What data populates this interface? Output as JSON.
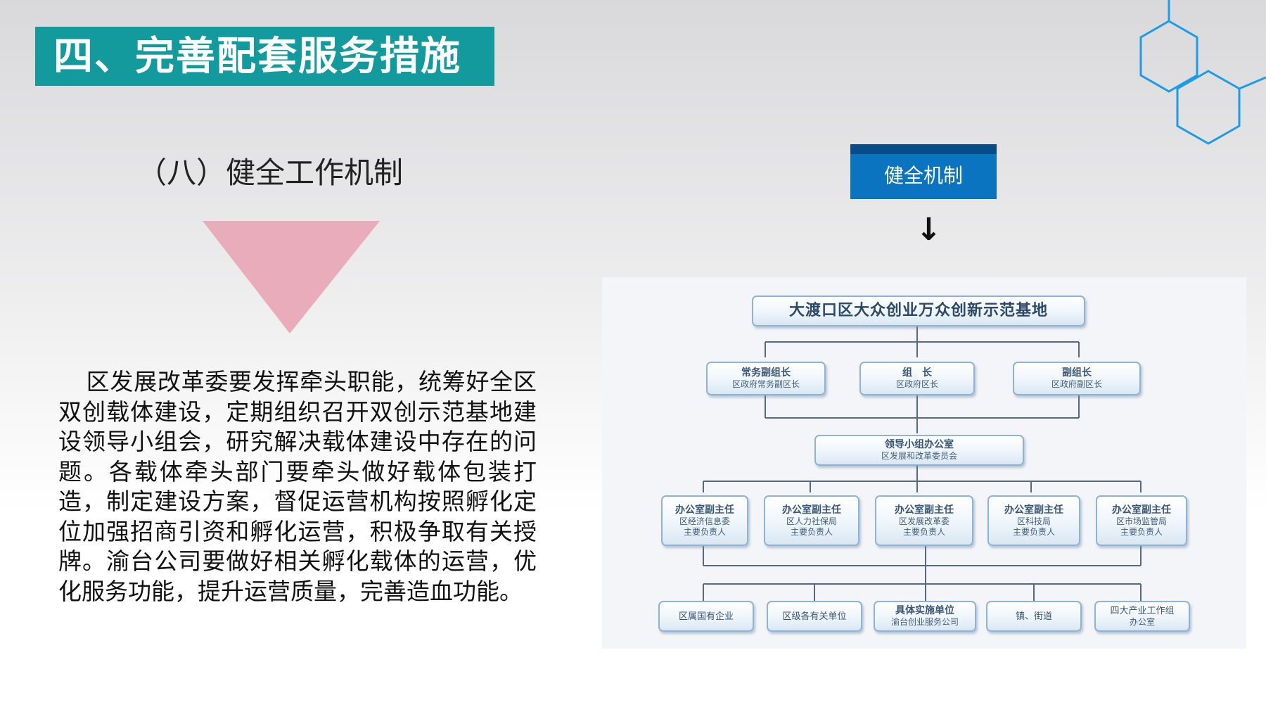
{
  "section_title": "四、完善配套服务措施",
  "subtitle": "（八）健全工作机制",
  "body_paragraph": "区发展改革委要发挥牵头职能，统筹好全区双创载体建设，定期组织召开双创示范基地建设领导小组会，研究解决载体建设中存在的问题。各载体牵头部门要牵头做好载体包装打造，制定建设方案，督促运营机构按照孵化定位加强招商引资和孵化运营，积极争取有关授牌。渝台公司要做好相关孵化载体的运营，优化服务功能，提升运营质量，完善造血功能。",
  "mechanism_button": "健全机制",
  "arrow_icon": "down-arrow-icon",
  "colors": {
    "banner": "#139a9c",
    "triangle": "#e9acba",
    "button": "#0b74c1",
    "hexagon": "#1c9be6"
  },
  "org_chart": {
    "top": "大渡口区大众创业万众创新示范基地",
    "leaders": [
      {
        "title": "常务副组长",
        "sub": "区政府常务副区长"
      },
      {
        "title": "组　长",
        "sub": "区政府区长"
      },
      {
        "title": "副组长",
        "sub": "区政府副区长"
      }
    ],
    "office": {
      "title": "领导小组办公室",
      "sub": "区发展和改革委员会"
    },
    "deputies": [
      {
        "title": "办公室副主任",
        "sub": "区经济信息委",
        "sub2": "主要负责人"
      },
      {
        "title": "办公室副主任",
        "sub": "区人力社保局",
        "sub2": "主要负责人"
      },
      {
        "title": "办公室副主任",
        "sub": "区发展改革委",
        "sub2": "主要负责人"
      },
      {
        "title": "办公室副主任",
        "sub": "区科技局",
        "sub2": "主要负责人"
      },
      {
        "title": "办公室副主任",
        "sub": "区市场监管局",
        "sub2": "主要负责人"
      }
    ],
    "units": [
      {
        "title": "区属国有企业",
        "sub": ""
      },
      {
        "title": "区级各有关单位",
        "sub": ""
      },
      {
        "title": "具体实施单位",
        "sub": "渝台创业服务公司"
      },
      {
        "title": "镇、街道",
        "sub": ""
      },
      {
        "title": "四大产业工作组",
        "sub": "办公室"
      }
    ]
  }
}
